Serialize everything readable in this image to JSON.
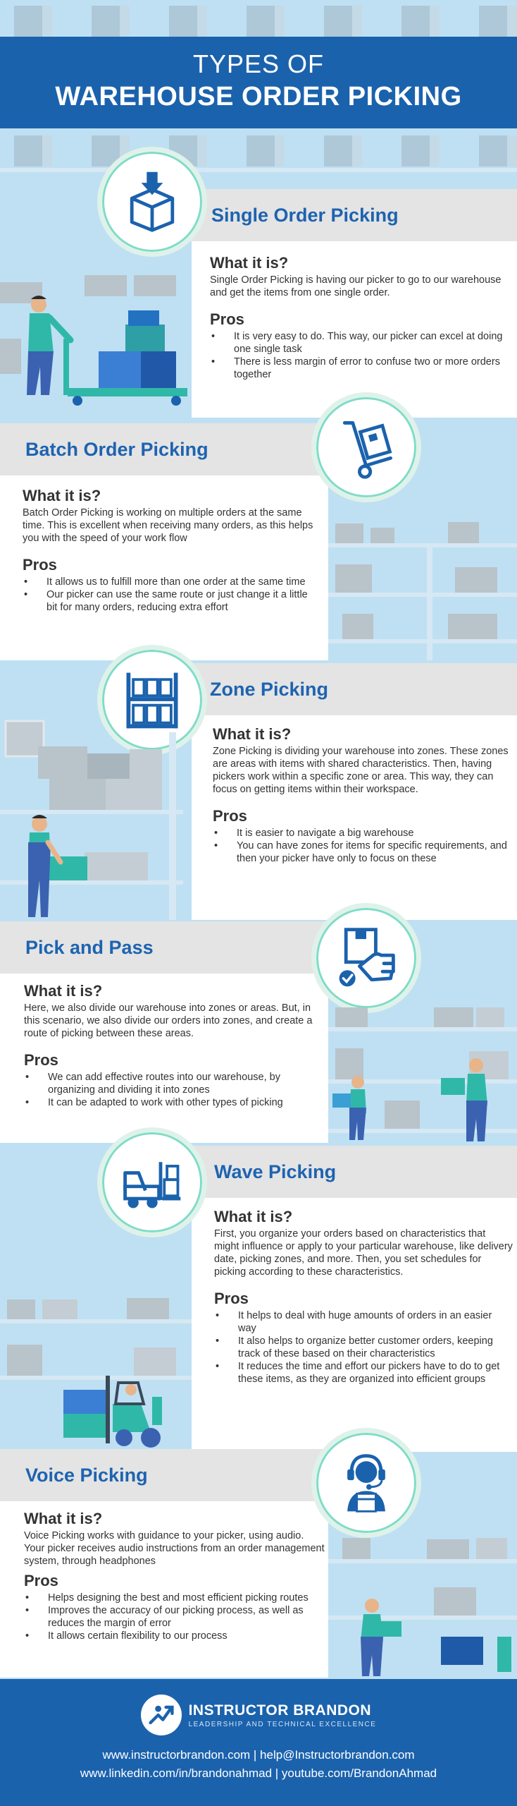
{
  "header": {
    "line1": "TYPES OF",
    "line2": "WAREHOUSE ORDER PICKING"
  },
  "sections": [
    {
      "title": "Single Order Picking",
      "what_heading": "What it is?",
      "what_text": "Single Order Picking is having our picker to go to our warehouse and get the items from one single order.",
      "pros_heading": "Pros",
      "pros": [
        "It is very easy to do. This way, our picker can excel at doing one single task",
        "There is less margin of error to confuse two or more orders together"
      ],
      "icon": "box-down-arrow-icon"
    },
    {
      "title": "Batch Order Picking",
      "what_heading": "What it is?",
      "what_text": "Batch Order Picking is working on multiple orders at the same time. This is excellent when receiving many orders, as this helps you with the speed of your work flow",
      "pros_heading": "Pros",
      "pros": [
        "It allows us to fulfill more than one order at the same time",
        "Our picker can use the same route or just change it a little bit for many orders, reducing extra effort"
      ],
      "icon": "hand-truck-icon"
    },
    {
      "title": "Zone Picking",
      "what_heading": "What it is?",
      "what_text": "Zone Picking is dividing your warehouse into zones. These zones are areas with items with shared characteristics. Then, having pickers work within a specific zone or area. This way, they can focus on getting items within their workspace.",
      "pros_heading": "Pros",
      "pros": [
        "It is easier to navigate a big warehouse",
        "You can have zones for items for specific requirements, and then your picker have only to focus on these"
      ],
      "icon": "shelving-icon"
    },
    {
      "title": "Pick and Pass",
      "what_heading": "What it is?",
      "what_text": "Here, we also divide our warehouse into zones or areas. But, in this scenario, we also divide our orders into zones, and create a route of picking between these areas.",
      "pros_heading": "Pros",
      "pros": [
        "We can add effective routes into our warehouse, by organizing and dividing it into zones",
        "It can be adapted to work with other types of picking"
      ],
      "icon": "hand-package-icon"
    },
    {
      "title": "Wave Picking",
      "what_heading": "What it is?",
      "what_text": "First, you organize your orders based on characteristics that might influence or apply to your particular warehouse, like delivery date, picking zones, and more. Then, you set schedules for picking according to these characteristics.",
      "pros_heading": "Pros",
      "pros": [
        "It helps to deal with huge amounts of orders in an easier way",
        "It also helps to organize better customer orders, keeping track of these based on their characteristics",
        "It reduces the time and effort our pickers have to do to get these items, as they are organized into efficient groups"
      ],
      "icon": "forklift-icon"
    },
    {
      "title": "Voice Picking",
      "what_heading": "What it is?",
      "what_text": "Voice Picking works with guidance to your picker, using audio. Your picker receives audio instructions from an order management system, through headphones",
      "pros_heading": "Pros",
      "pros": [
        "Helps designing the best and most efficient picking routes",
        "Improves the accuracy of our picking process, as well as reduces the margin of error",
        "It allows certain flexibility to our process"
      ],
      "icon": "headset-operator-icon"
    }
  ],
  "footer": {
    "brand_name": "INSTRUCTOR BRANDON",
    "brand_tag": "LEADERSHIP AND TECHNICAL EXCELLENCE",
    "line1": "www.instructorbrandon.com | help@Instructorbrandon.com",
    "line2": "www.linkedin.com/in/brandonahmad | youtube.com/BrandonAhmad"
  },
  "colors": {
    "brand_blue": "#1b62ad",
    "title_blue": "#1e63b0",
    "accent_teal": "#3bc9b5",
    "bg_light_blue": "#bfe0f3"
  }
}
